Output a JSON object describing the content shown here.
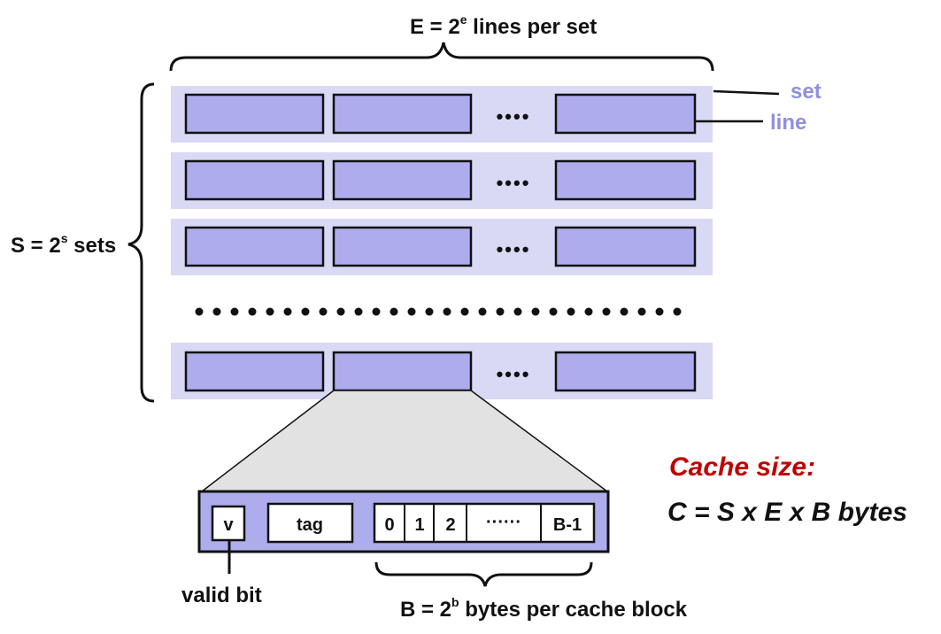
{
  "top_label": {
    "prefix": "E = 2",
    "sup": "e",
    "suffix": " lines per set"
  },
  "left_label": {
    "prefix": "S = 2",
    "sup": "s",
    "suffix": " sets"
  },
  "set_callout": "set",
  "line_callout": "line",
  "ellipsis_short": "••••",
  "block": {
    "valid_cell": "v",
    "tag_cell": "tag",
    "byte_cells": [
      "0",
      "1",
      "2",
      "······",
      "B-1"
    ],
    "valid_caption": "valid bit",
    "bytes_label": {
      "prefix": "B = 2",
      "sup": "b",
      "suffix": " bytes per cache block"
    }
  },
  "cache_size": {
    "title": "Cache size:",
    "formula": "C = S x E x B bytes"
  },
  "colors": {
    "set_band": "#d9d9f5",
    "line_fill": "#adaded",
    "expand_fill": "#e2e2e2",
    "accent": "#8f8fe0",
    "title_red": "#c00000"
  }
}
